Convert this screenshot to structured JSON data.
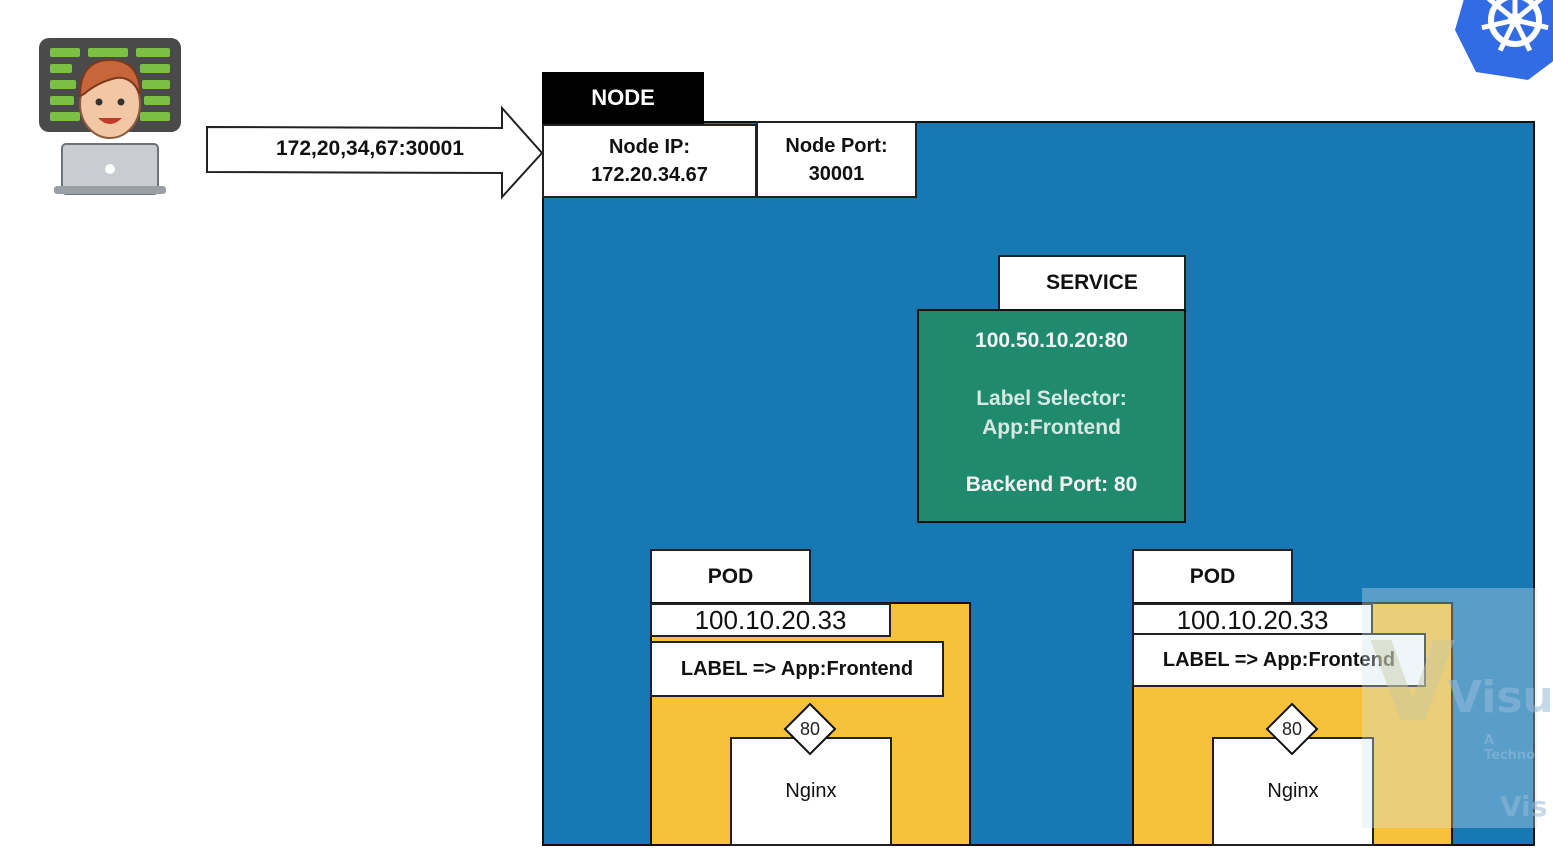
{
  "client": {
    "request_label": "172,20,34,67:30001",
    "avatar_icon": "developer-laptop-icon"
  },
  "node": {
    "tab_label": "NODE",
    "ip_label": "Node IP:",
    "ip_value": "172.20.34.67",
    "port_label": "Node Port:",
    "port_value": "30001"
  },
  "service": {
    "tab_label": "SERVICE",
    "address": "100.50.10.20:80",
    "selector_label": "Label Selector:",
    "selector_value": "App:Frontend",
    "backend_port": "Backend Port: 80"
  },
  "pods": [
    {
      "tab_label": "POD",
      "ip": "100.10.20.33",
      "label": "LABEL => App:Frontend",
      "port": "80",
      "container": "Nginx"
    },
    {
      "tab_label": "POD",
      "ip": "100.10.20.33",
      "label": "LABEL => App:Frontend",
      "port": "80",
      "container": "Nginx"
    }
  ],
  "logos": {
    "kubernetes": "kubernetes-helm-icon",
    "watermark_text": "Visual",
    "watermark_sub": "A Techno",
    "watermark_text2": "Vis"
  },
  "colors": {
    "node_bg": "#1878b4",
    "service_bg": "#1f8a6e",
    "pod_bg": "#f7c23a",
    "k8s_blue": "#326ce5"
  }
}
